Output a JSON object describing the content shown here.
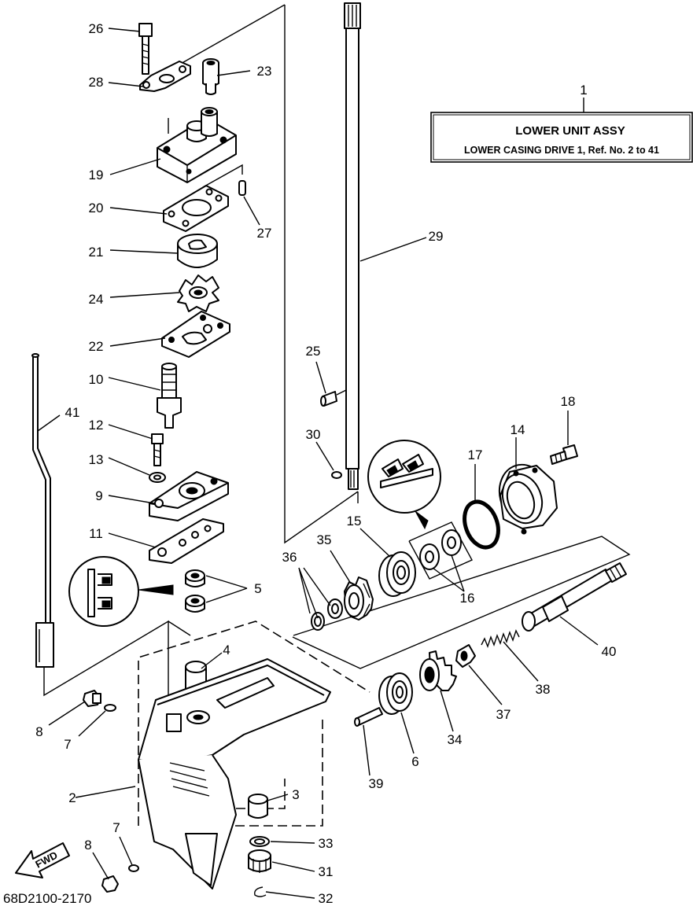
{
  "title_box": {
    "ref_number": "1",
    "title": "LOWER  UNIT ASSY",
    "subtitle": "LOWER CASING DRIVE 1, Ref. No. 2 to 41"
  },
  "fwd_label": "FWD",
  "diagram_code": "68D2100-2170",
  "labels": {
    "l1": "1",
    "l2": "2",
    "l3": "3",
    "l4": "4",
    "l5": "5",
    "l6": "6",
    "l7a": "7",
    "l7b": "7",
    "l8a": "8",
    "l8b": "8",
    "l9": "9",
    "l10": "10",
    "l11": "11",
    "l12": "12",
    "l13": "13",
    "l14": "14",
    "l15": "15",
    "l16": "16",
    "l17": "17",
    "l18": "18",
    "l19": "19",
    "l20": "20",
    "l21": "21",
    "l22": "22",
    "l23": "23",
    "l24": "24",
    "l25": "25",
    "l26": "26",
    "l27": "27",
    "l28": "28",
    "l29": "29",
    "l30": "30",
    "l31": "31",
    "l32": "32",
    "l33": "33",
    "l34": "34",
    "l35": "35",
    "l36": "36",
    "l37": "37",
    "l38": "38",
    "l39": "39",
    "l40": "40",
    "l41": "41"
  }
}
